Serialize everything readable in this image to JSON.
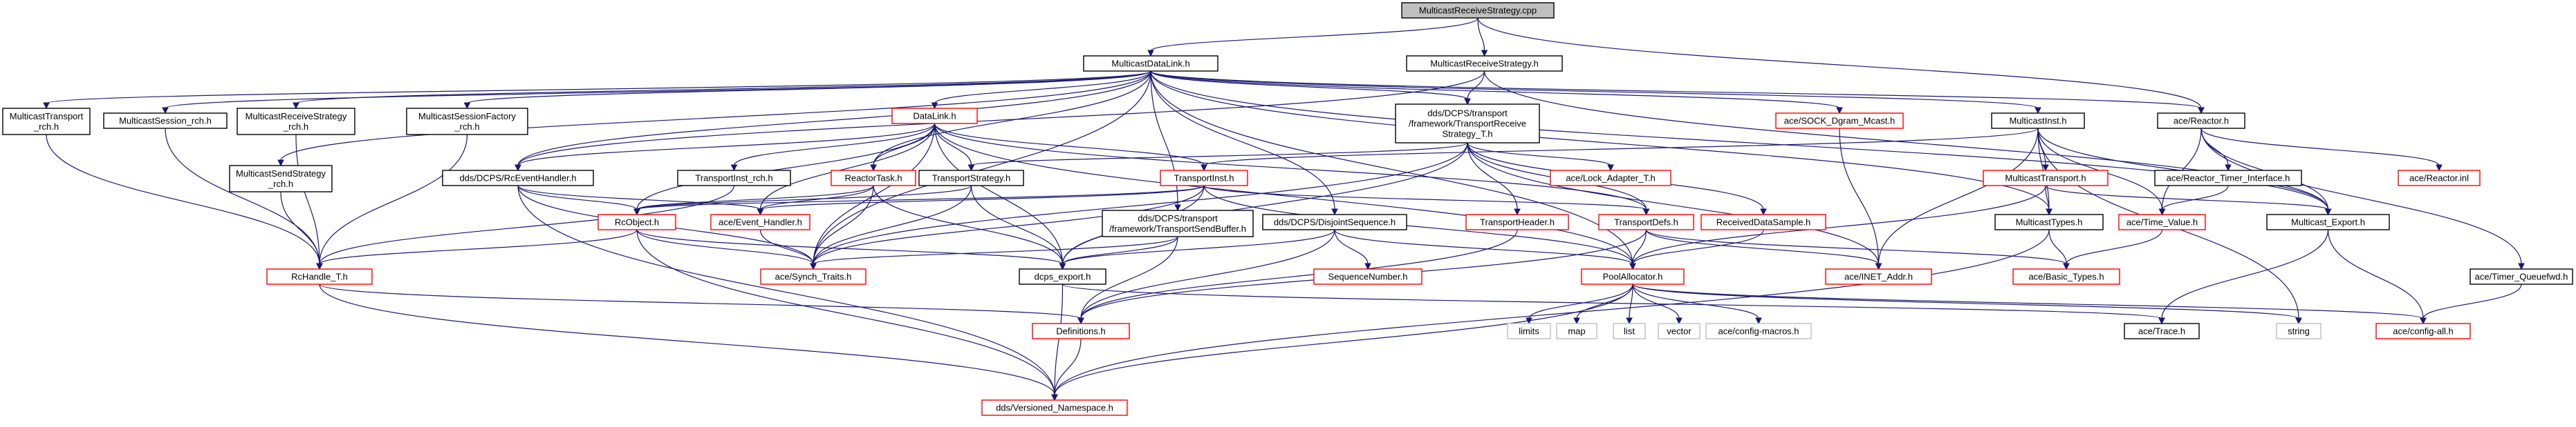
{
  "nodes": {
    "root": [
      "MulticastReceiveStrategy.cpp"
    ],
    "mdl": [
      "MulticastDataLink.h"
    ],
    "mrs": [
      "MulticastReceiveStrategy.h"
    ],
    "mtr": [
      "MulticastTransport",
      "_rch.h"
    ],
    "msr": [
      "MulticastSession_rch.h"
    ],
    "mrsr": [
      "MulticastReceiveStrategy",
      "_rch.h"
    ],
    "msss": [
      "MulticastSendStrategy",
      "_rch.h"
    ],
    "msfr": [
      "MulticastSessionFactory",
      "_rch.h"
    ],
    "dl": [
      "DataLink.h"
    ],
    "trst": [
      "dds/DCPS/transport",
      "/framework/TransportReceive",
      "Strategy_T.h"
    ],
    "sock": [
      "ace/SOCK_Dgram_Mcast.h"
    ],
    "mi": [
      "MulticastInst.h"
    ],
    "reactor": [
      "ace/Reactor.h"
    ],
    "reh": [
      "dds/DCPS/RcEventHandler.h"
    ],
    "tirch": [
      "TransportInst_rch.h"
    ],
    "rtask": [
      "ReactorTask.h"
    ],
    "tstrat": [
      "TransportStrategy.h"
    ],
    "tinst": [
      "TransportInst.h"
    ],
    "lockad": [
      "ace/Lock_Adapter_T.h"
    ],
    "mt": [
      "MulticastTransport.h"
    ],
    "rti": [
      "ace/Reactor_Timer_Interface.h"
    ],
    "rinl": [
      "ace/Reactor.inl"
    ],
    "rco": [
      "RcObject.h"
    ],
    "evh": [
      "ace/Event_Handler.h"
    ],
    "tsb": [
      "dds/DCPS/transport",
      "/framework/TransportSendBuffer.h"
    ],
    "dseq": [
      "dds/DCPS/DisjointSequence.h"
    ],
    "thdr": [
      "TransportHeader.h"
    ],
    "tdefs": [
      "TransportDefs.h"
    ],
    "rds": [
      "ReceivedDataSample.h"
    ],
    "mtypes": [
      "MulticastTypes.h"
    ],
    "tval": [
      "ace/Time_Value.h"
    ],
    "mexp": [
      "Multicast_Export.h"
    ],
    "rch": [
      "RcHandle_T.h"
    ],
    "synch": [
      "ace/Synch_Traits.h"
    ],
    "dcpsexp": [
      "dcps_export.h"
    ],
    "seqnum": [
      "SequenceNumber.h"
    ],
    "palloc": [
      "PoolAllocator.h"
    ],
    "inet": [
      "ace/INET_Addr.h"
    ],
    "btypes": [
      "ace/Basic_Types.h"
    ],
    "tq": [
      "ace/Timer_Queuefwd.h"
    ],
    "defs": [
      "Definitions.h"
    ],
    "limits": [
      "limits"
    ],
    "map": [
      "map"
    ],
    "list": [
      "list"
    ],
    "vector": [
      "vector"
    ],
    "cfgmac": [
      "ace/config-macros.h"
    ],
    "trace": [
      "ace/Trace.h"
    ],
    "string": [
      "string"
    ],
    "cfgall": [
      "ace/config-all.h"
    ],
    "vns": [
      "dds/Versioned_Namespace.h"
    ]
  }
}
